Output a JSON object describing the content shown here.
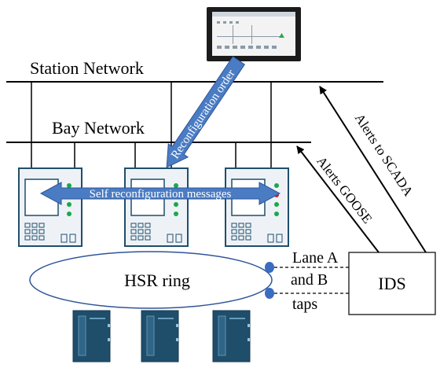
{
  "labels": {
    "station_network": "Station Network",
    "bay_network": "Bay Network",
    "reconfiguration_order": "Reconfiguration order",
    "self_reconfiguration": "Self reconfiguration messages",
    "alerts_goose": "Alerts GOOSE",
    "alerts_scada": "Alerts to SCADA",
    "hsr_ring": "HSR ring",
    "lane_a": "Lane A",
    "and_b": "and B",
    "taps": "taps",
    "ids": "IDS"
  },
  "colors": {
    "line": "#000000",
    "arrow_blue": "#4a7cc4",
    "arrow_blue_edge": "#2f5597",
    "node_blue": "#3a6cc0",
    "device_dark": "#1f4e6b",
    "device_fill": "#e8eef5",
    "led_green": "#1aa84a",
    "led_red": "#d12222"
  },
  "icons": {
    "scada_screen": "monitor-icon",
    "ied": "ied-device-icon",
    "merging_unit": "merging-unit-icon"
  }
}
